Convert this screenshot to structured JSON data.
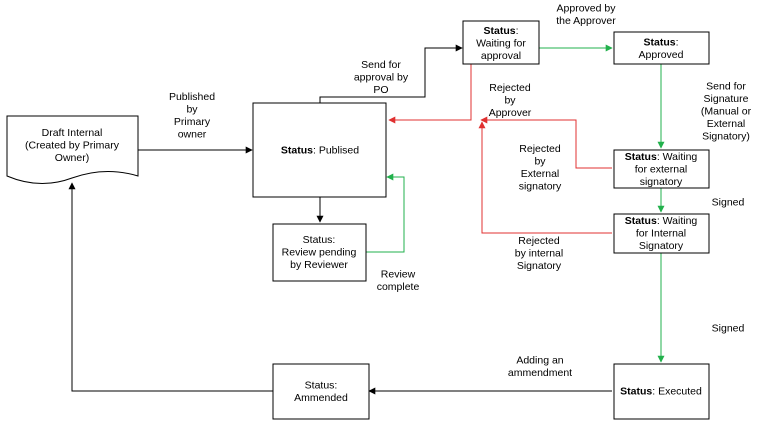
{
  "nodes": {
    "draft": {
      "lines": [
        {
          "plain": "Draft Internal"
        },
        {
          "plain": "(Created by Primary"
        },
        {
          "plain": "Owner)"
        }
      ]
    },
    "publised": {
      "lines": [
        {
          "bold": "Status",
          "plain": ": Publised"
        }
      ]
    },
    "review": {
      "lines": [
        {
          "plain": "Status:"
        },
        {
          "plain": "Review pending"
        },
        {
          "plain": "by Reviewer"
        }
      ]
    },
    "waiting_approval": {
      "lines": [
        {
          "bold": "Status",
          "plain": ":"
        },
        {
          "plain": "Waiting for"
        },
        {
          "plain": "approval"
        }
      ]
    },
    "approved": {
      "lines": [
        {
          "bold": "Status",
          "plain": ":"
        },
        {
          "plain": "Approved"
        }
      ]
    },
    "waiting_external": {
      "lines": [
        {
          "bold": "Status",
          "plain": ": Waiting"
        },
        {
          "plain": "for external"
        },
        {
          "plain": "signatory"
        }
      ]
    },
    "waiting_internal": {
      "lines": [
        {
          "bold": "Status",
          "plain": ": Waiting"
        },
        {
          "plain": "for Internal"
        },
        {
          "plain": "Signatory"
        }
      ]
    },
    "executed": {
      "lines": [
        {
          "bold": "Status",
          "plain": ": Executed"
        }
      ]
    },
    "ammended": {
      "lines": [
        {
          "plain": "Status:"
        },
        {
          "plain": "Ammended"
        }
      ]
    }
  },
  "labels": {
    "published_by_owner": [
      "Published",
      "by",
      "Primary",
      "owner"
    ],
    "send_for_approval": [
      "Send for",
      "approval by",
      "PO"
    ],
    "approved_by": [
      "Approved by",
      "the Approver"
    ],
    "rejected_by_approver": [
      "Rejected",
      "by",
      "Approver"
    ],
    "send_for_signature": [
      "Send for",
      "Signature",
      "(Manual or",
      "External",
      "Signatory)"
    ],
    "rejected_by_external": [
      "Rejected",
      "by",
      "External",
      "signatory"
    ],
    "signed_1": [
      "Signed"
    ],
    "rejected_by_internal": [
      "Rejected",
      "by internal",
      "Signatory"
    ],
    "review_complete": [
      "Review",
      "complete"
    ],
    "signed_2": [
      "Signed"
    ],
    "adding_amendment": [
      "Adding an",
      "ammendment"
    ]
  },
  "colors": {
    "black": "#000000",
    "green": "#22b14c",
    "red": "#e03030"
  }
}
